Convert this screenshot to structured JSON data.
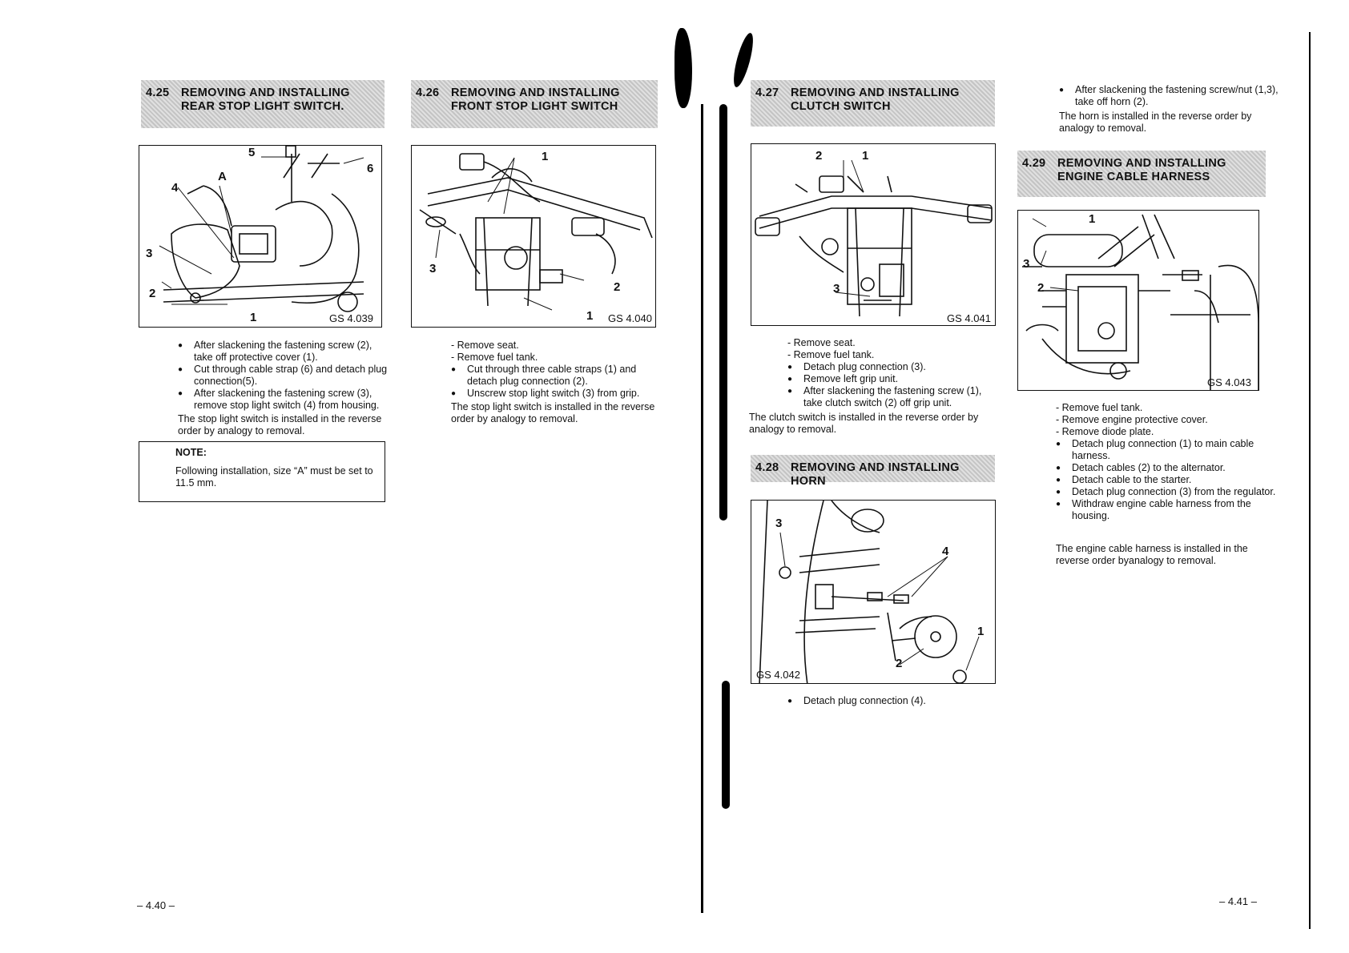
{
  "left_page": {
    "sec_425": {
      "number": "4.25",
      "title": "REMOVING AND INSTALLING REAR STOP LIGHT SWITCH.",
      "figure_id": "GS 4.039",
      "callouts": [
        "5",
        "6",
        "A",
        "4",
        "3",
        "2",
        "1"
      ],
      "bullets": [
        "After slackening the fastening screw (2), take off protective cover (1).",
        "Cut through cable strap (6) and detach plug connection(5).",
        "After slackening the fastening screw (3), remove stop light switch (4) from housing."
      ],
      "install_text": "The stop light switch is installed in the reverse order by analogy to removal.",
      "note_title": "NOTE:",
      "note_text": "Following installation, size “A” must be set to 11.5 mm."
    },
    "sec_426": {
      "number": "4.26",
      "title": "REMOVING AND INSTALLING FRONT STOP LIGHT SWITCH",
      "figure_id": "GS 4.040",
      "callouts": [
        "1",
        "3",
        "2",
        "1"
      ],
      "steps": [
        "- Remove seat.",
        "- Remove fuel tank."
      ],
      "bullets": [
        "Cut through three cable straps (1) and detach plug connection (2).",
        "Unscrew stop light switch (3) from grip."
      ],
      "install_text": "The stop light switch is installed in the reverse order by analogy to removal."
    },
    "page_number": "– 4.40 –"
  },
  "right_page": {
    "sec_427": {
      "number": "4.27",
      "title": "REMOVING AND INSTALLING CLUTCH SWITCH",
      "figure_id": "GS 4.041",
      "callouts": [
        "2",
        "1",
        "3"
      ],
      "steps": [
        "- Remove seat.",
        "- Remove fuel tank."
      ],
      "bullets": [
        "Detach plug connection (3).",
        "Remove left grip unit.",
        "After slackening the fastening screw (1), take clutch switch (2) off grip unit."
      ],
      "install_text": "The clutch switch is installed in the reverse order by analogy to removal."
    },
    "sec_428": {
      "number": "4.28",
      "title": "REMOVING AND INSTALLING HORN",
      "figure_id": "GS 4.042",
      "callouts": [
        "3",
        "4",
        "1",
        "2"
      ],
      "bullets": [
        "Detach plug connection (4)."
      ]
    },
    "top_continuation": {
      "bullet": "After slackening the fastening screw/nut (1,3), take off horn (2).",
      "install_text": "The horn is installed in the reverse order by analogy to removal."
    },
    "sec_429": {
      "number": "4.29",
      "title": "REMOVING AND INSTALLING ENGINE CABLE HARNESS",
      "figure_id": "GS 4.043",
      "callouts": [
        "1",
        "3",
        "2"
      ],
      "steps": [
        "- Remove fuel tank.",
        "- Remove engine protective cover.",
        "- Remove diode plate."
      ],
      "bullets": [
        "Detach plug connection (1) to main cable harness.",
        "Detach cables (2) to the alternator.",
        "Detach cable to the starter.",
        "Detach plug connection (3) from the regulator.",
        "Withdraw engine cable harness from the housing."
      ],
      "install_text": "The engine cable harness is installed in the reverse order byanalogy to removal."
    },
    "page_number": "– 4.41 –"
  }
}
